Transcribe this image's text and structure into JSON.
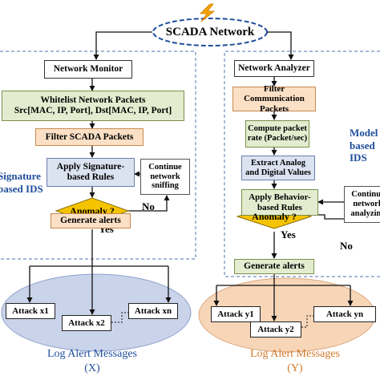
{
  "colors": {
    "green_fill": "#e3eccf",
    "orange_fill": "#fbe0c6",
    "blue_fill": "#dbe3f1",
    "diamond_fill": "#f5c400",
    "ellipse_left": "#c9d3ea",
    "ellipse_right": "#f7d6b8",
    "label_blue": "#1f4e9c",
    "label_orange": "#d2782a",
    "region_border": "#6f8fbf"
  },
  "top": {
    "label": "SCADA Network"
  },
  "left": {
    "region_label": "Signature\nbased IDS",
    "network_monitor": "Network  Monitor",
    "whitelist": "Whitelist Network Packets\nSrc[MAC, IP, Port], Dst[MAC, IP, Port]",
    "filter": "Filter SCADA Packets",
    "apply": "Apply Signature-\nbased Rules",
    "continue": "Continue\nnetwork\nsniffing",
    "anomaly": "Anomaly ?",
    "yes": "Yes",
    "no": "No",
    "generate": "Generate alerts",
    "attacks": [
      "Attack x1",
      "Attack x2",
      "Attack xn"
    ],
    "log_title": "Log Alert Messages",
    "log_sub": "(X)"
  },
  "right": {
    "region_label": "Model\nbased IDS",
    "network_analyzer": "Network Analyzer",
    "filter": "Filter Communication\nPackets",
    "compute": "Compute packet\nrate (Packet/sec)",
    "extract": "Extract Analog\nand Digital Values",
    "apply": "Apply Behavior-\nbased Rules",
    "continue": "Continue\nnetwork\nanalyzing",
    "anomaly": "Anomaly ?",
    "yes": "Yes",
    "no": "No",
    "generate": "Generate alerts",
    "attacks": [
      "Attack y1",
      "Attack y2",
      "Attack yn"
    ],
    "log_title": "Log Alert Messages",
    "log_sub": "(Y)"
  }
}
